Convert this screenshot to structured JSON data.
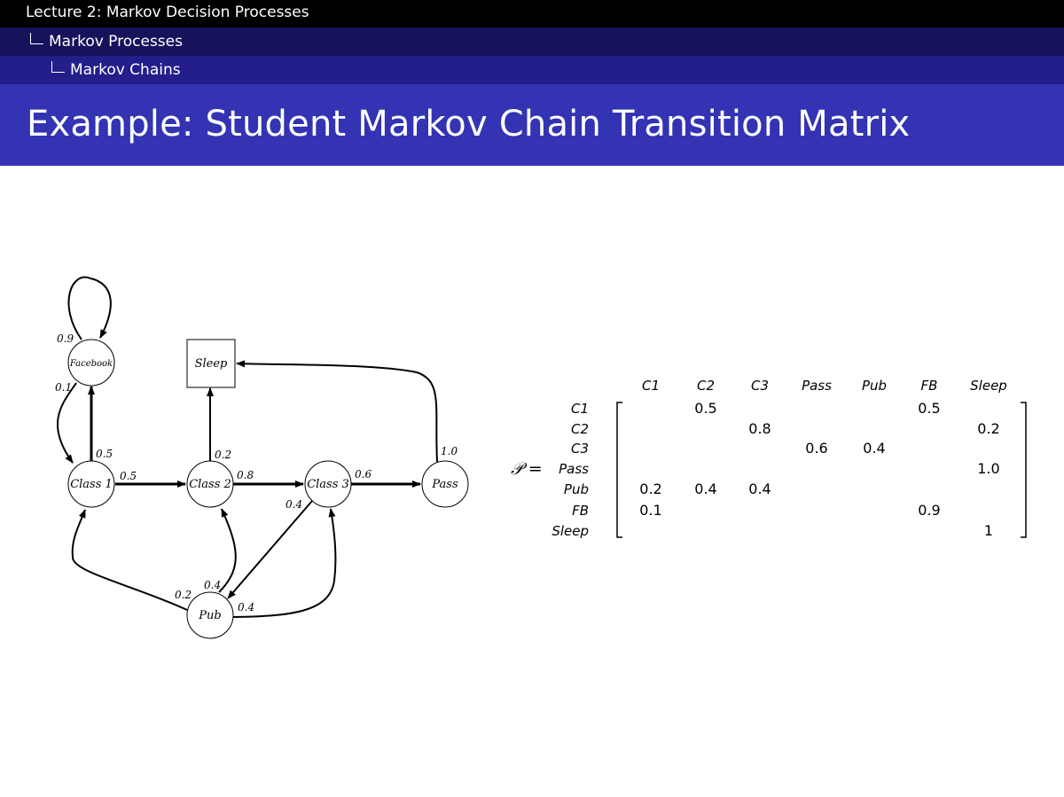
{
  "header": {
    "lecture": "Lecture 2: Markov Decision Processes",
    "section": "Markov Processes",
    "subsection": "Markov Chains"
  },
  "slide_title": "Example: Student Markov Chain Transition Matrix",
  "graph": {
    "nodes": {
      "facebook": "Facebook",
      "sleep": "Sleep",
      "class1": "Class 1",
      "class2": "Class 2",
      "class3": "Class 3",
      "pass": "Pass",
      "pub": "Pub"
    },
    "edge_labels": {
      "fb_fb": "0.9",
      "fb_c1": "0.1",
      "c1_fb": "0.5",
      "c1_c2": "0.5",
      "c2_sleep": "0.2",
      "c2_c3": "0.8",
      "c3_pass": "0.6",
      "c3_pub": "0.4",
      "pass_sleep": "1.0",
      "pub_c1": "0.2",
      "pub_c2": "0.4",
      "pub_c3": "0.4"
    }
  },
  "matrix": {
    "symbol": "𝒫 =",
    "col_headers": [
      "C1",
      "C2",
      "C3",
      "Pass",
      "Pub",
      "FB",
      "Sleep"
    ],
    "row_headers": [
      "C1",
      "C2",
      "C3",
      "Pass",
      "Pub",
      "FB",
      "Sleep"
    ],
    "rows": [
      [
        "",
        "0.5",
        "",
        "",
        "",
        "0.5",
        ""
      ],
      [
        "",
        "",
        "0.8",
        "",
        "",
        "",
        "0.2"
      ],
      [
        "",
        "",
        "",
        "0.6",
        "0.4",
        "",
        ""
      ],
      [
        "",
        "",
        "",
        "",
        "",
        "",
        "1.0"
      ],
      [
        "0.2",
        "0.4",
        "0.4",
        "",
        "",
        "",
        ""
      ],
      [
        "0.1",
        "",
        "",
        "",
        "",
        "0.9",
        ""
      ],
      [
        "",
        "",
        "",
        "",
        "",
        "",
        "1"
      ]
    ]
  }
}
